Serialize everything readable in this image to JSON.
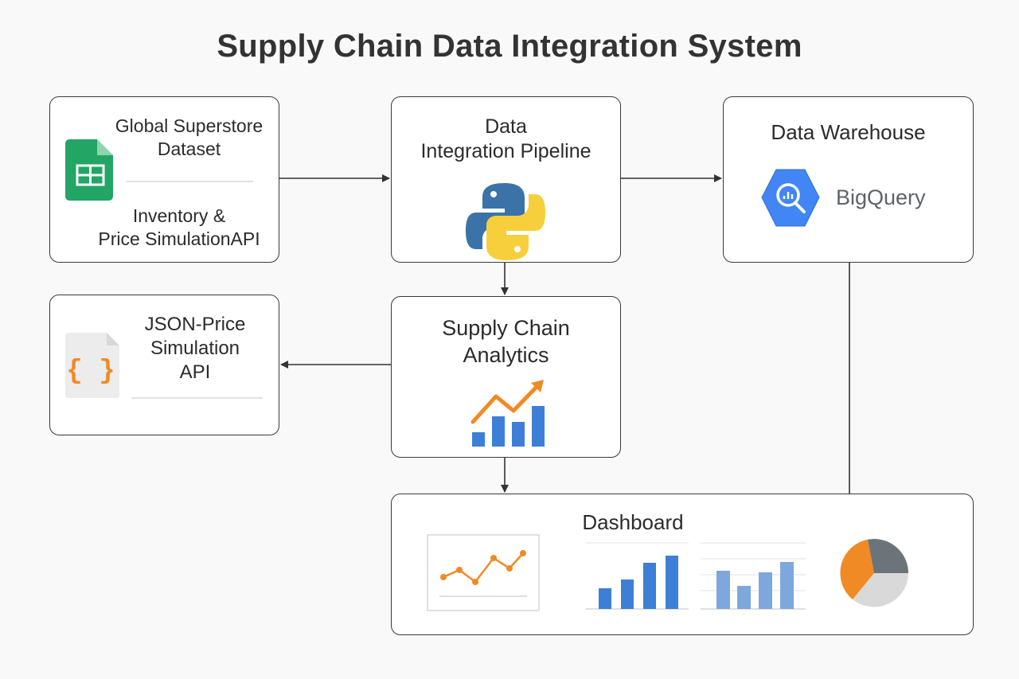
{
  "title": "Supply Chain Data Integration System",
  "sources": {
    "line1": "Global Superstore",
    "line2": "Dataset",
    "line3": "Inventory &",
    "line4": "Price SimulationAPI"
  },
  "pipeline": {
    "line1": "Data",
    "line2": "Integration Pipeline"
  },
  "warehouse": {
    "title": "Data Warehouse",
    "product": "BigQuery"
  },
  "json_api": {
    "line1": "JSON-Price",
    "line2": "Simulation",
    "line3": "API",
    "icon_text": "{ }"
  },
  "analytics": {
    "line1": "Supply Chain",
    "line2": "Analytics"
  },
  "dashboard": {
    "title": "Dashboard"
  },
  "colors": {
    "sheets_green": "#22a565",
    "python_blue": "#3b73a8",
    "python_yellow": "#f7cf3c",
    "bigquery_blue": "#4285f4",
    "chart_blue": "#3d7fd6",
    "chart_orange": "#f08a24",
    "pie_gray": "#6b7479",
    "pie_light": "#d9d9d9"
  },
  "icons": [
    "google-sheets-icon",
    "python-logo-icon",
    "bigquery-icon",
    "json-file-icon",
    "analytics-chart-icon",
    "line-chart-icon",
    "bar-chart-icon",
    "pie-chart-icon"
  ]
}
